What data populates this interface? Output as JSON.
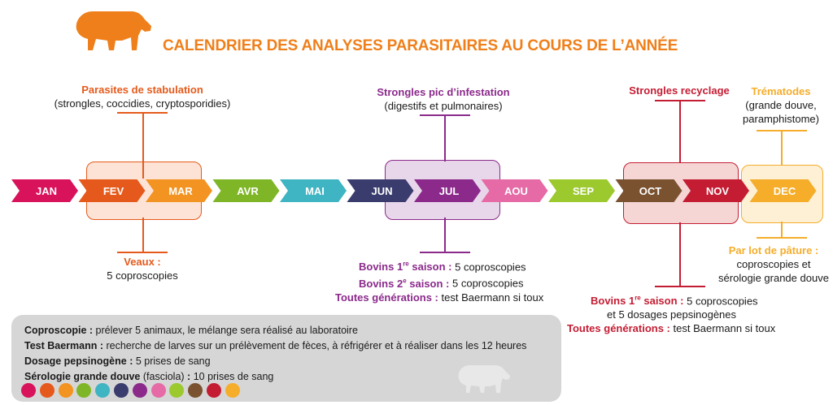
{
  "title": "CALENDRIER DES ANALYSES PARASITAIRES AU COURS DE L’ANNÉE",
  "months": [
    {
      "label": "JAN",
      "color": "#d8125b"
    },
    {
      "label": "FEV",
      "color": "#e55a1c"
    },
    {
      "label": "MAR",
      "color": "#f39321"
    },
    {
      "label": "AVR",
      "color": "#7fb628"
    },
    {
      "label": "MAI",
      "color": "#3fb4c3"
    },
    {
      "label": "JUN",
      "color": "#3a3c6e"
    },
    {
      "label": "JUL",
      "color": "#8b2a8b"
    },
    {
      "label": "AOU",
      "color": "#e56aa6"
    },
    {
      "label": "SEP",
      "color": "#9bc92e"
    },
    {
      "label": "OCT",
      "color": "#7a5230"
    },
    {
      "label": "NOV",
      "color": "#c41d33"
    },
    {
      "label": "DEC",
      "color": "#f5ad2a"
    }
  ],
  "annotations": {
    "stabulation": {
      "heading": "Parasites de stabulation",
      "detail": "(strongles, coccidies, cryptosporidies)",
      "below_heading": "Veaux :",
      "below_detail": "5 coproscopies"
    },
    "pic": {
      "heading": "Strongles pic d’infestation",
      "detail": "(digestifs et pulmonaires)",
      "lines": [
        {
          "label": "Bovins 1re saison :",
          "label_base": "Bovins 1",
          "label_sup": "re",
          "label_end": " saison :",
          "text": " 5 coproscopies"
        },
        {
          "label": "Bovins 2e saison :",
          "label_base": "Bovins 2",
          "label_sup": "e",
          "label_end": " saison :",
          "text": " 5 coproscopies"
        },
        {
          "label": "Toutes générations :",
          "text": " test Baermann si toux"
        }
      ]
    },
    "recyclage": {
      "heading": "Strongles recyclage",
      "lines": [
        {
          "label_base": "Bovins 1",
          "label_sup": "re",
          "label_end": " saison :",
          "text": " 5 coproscopies"
        },
        {
          "text": "et 5 dosages pepsinogènes"
        },
        {
          "label": "Toutes générations :",
          "text": " test Baermann si toux"
        }
      ]
    },
    "trematodes": {
      "heading": "Trématodes",
      "detail1": "(grande douve,",
      "detail2": "paramphistome)",
      "below_heading": "Par lot de pâture :",
      "below_detail1": "coproscopies et",
      "below_detail2": "sérologie grande douve"
    }
  },
  "legend": [
    {
      "term": "Coproscopie :",
      "desc": " prélever 5 animaux, le mélange sera réalisé au laboratoire"
    },
    {
      "term": "Test Baermann :",
      "desc": " recherche de larves sur un prélèvement de fèces, à réfrigérer et à réaliser dans les 12 heures"
    },
    {
      "term": "Dosage pepsinogène :",
      "desc": " 5 prises de sang"
    },
    {
      "term": "Sérologie grande douve",
      "desc_mid": " (fasciola)",
      "term2": " :",
      "desc": " 10 prises de sang"
    }
  ],
  "colors": {
    "accent": "#ef7f1a",
    "stabulation": "#e55a1c",
    "pic": "#8b2a8b",
    "recyclage": "#c41d33",
    "trematodes": "#f5ad2a"
  }
}
